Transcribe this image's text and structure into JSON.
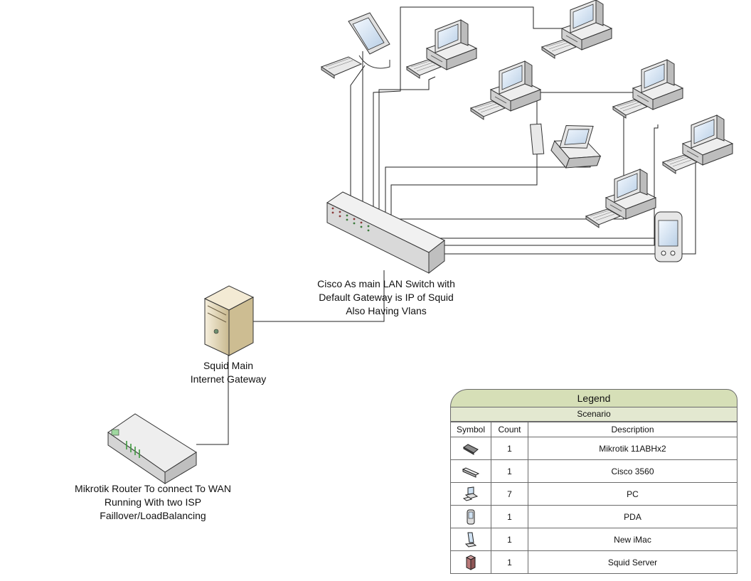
{
  "labels": {
    "switch": [
      "Cisco As main LAN Switch with",
      "Default Gateway is IP of Squid",
      "Also Having Vlans"
    ],
    "squid": [
      "Squid Main",
      "Internet Gateway"
    ],
    "router": [
      "Mikrotik Router To connect To WAN",
      "Running With two ISP",
      "Faillover/LoadBalancing"
    ]
  },
  "legend": {
    "title": "Legend",
    "scenario": "Scenario",
    "columns": [
      "Symbol",
      "Count",
      "Description"
    ],
    "rows": [
      {
        "symbol": "router-icon",
        "count": "1",
        "description": "Mikrotik 11ABHx2"
      },
      {
        "symbol": "switch-icon",
        "count": "1",
        "description": "Cisco 3560"
      },
      {
        "symbol": "pc-icon",
        "count": "7",
        "description": "PC"
      },
      {
        "symbol": "pda-icon",
        "count": "1",
        "description": "PDA"
      },
      {
        "symbol": "imac-icon",
        "count": "1",
        "description": "New iMac"
      },
      {
        "symbol": "server-icon",
        "count": "1",
        "description": "Squid Server"
      }
    ]
  },
  "colors": {
    "legend_header": "#d6dfb7",
    "legend_scenario": "#e3e8d0",
    "device_gray": "#d9d9d9",
    "server_beige": "#e8dcc0",
    "screen_blue": "#cfe1f2"
  }
}
